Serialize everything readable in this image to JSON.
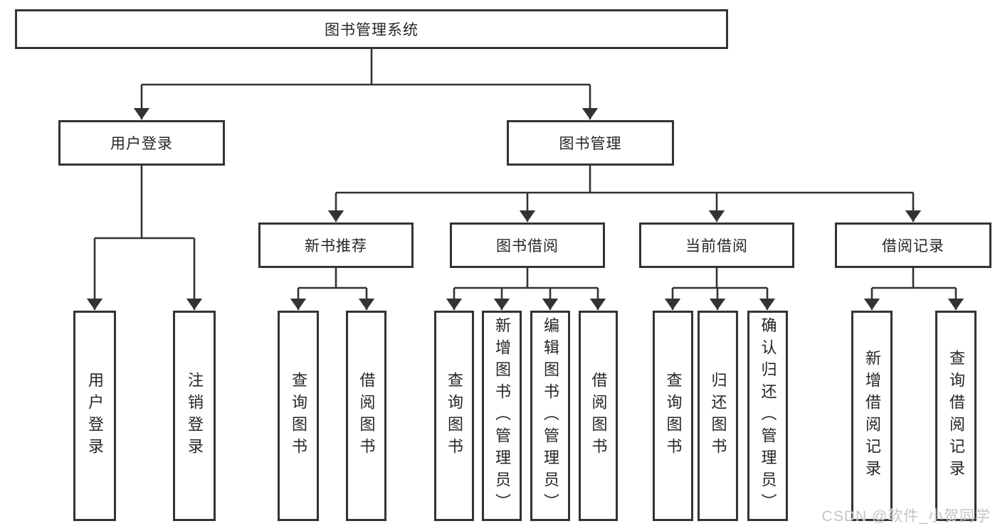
{
  "diagram": {
    "type": "hierarchy-tree",
    "title": "图书管理系统",
    "colors": {
      "line": "#333333",
      "text": "#262626",
      "box_background": "#ffffff",
      "watermark_text": "#c5c5c9"
    },
    "nodes": {
      "root": "图书管理系统",
      "level1": {
        "user_login": "用户登录",
        "book_management": "图书管理"
      },
      "level2": {
        "new_book_recommend": "新书推荐",
        "book_borrow": "图书借阅",
        "current_borrow": "当前借阅",
        "borrow_record": "借阅记录"
      },
      "leaves": {
        "user_login": "用户登录",
        "logout": "注销登录",
        "recommend_query_book": "查询图书",
        "recommend_borrow_book": "借阅图书",
        "borrow_query_book": "查询图书",
        "borrow_add_book": "新增图书（管理员）",
        "borrow_edit_book": "编辑图书（管理员）",
        "borrow_borrow_book": "借阅图书",
        "current_query_book": "查询图书",
        "current_return_book": "归还图书",
        "current_confirm_return": "确认归还（管理员）",
        "record_add": "新增借阅记录",
        "record_query": "查询借阅记录"
      }
    },
    "edges": [
      [
        "图书管理系统",
        "用户登录"
      ],
      [
        "图书管理系统",
        "图书管理"
      ],
      [
        "用户登录",
        "用户登录(叶)"
      ],
      [
        "用户登录",
        "注销登录"
      ],
      [
        "图书管理",
        "新书推荐"
      ],
      [
        "图书管理",
        "图书借阅"
      ],
      [
        "图书管理",
        "当前借阅"
      ],
      [
        "图书管理",
        "借阅记录"
      ],
      [
        "新书推荐",
        "查询图书"
      ],
      [
        "新书推荐",
        "借阅图书"
      ],
      [
        "图书借阅",
        "查询图书"
      ],
      [
        "图书借阅",
        "新增图书（管理员）"
      ],
      [
        "图书借阅",
        "编辑图书（管理员）"
      ],
      [
        "图书借阅",
        "借阅图书"
      ],
      [
        "当前借阅",
        "查询图书"
      ],
      [
        "当前借阅",
        "归还图书"
      ],
      [
        "当前借阅",
        "确认归还（管理员）"
      ],
      [
        "借阅记录",
        "新增借阅记录"
      ],
      [
        "借阅记录",
        "查询借阅记录"
      ]
    ],
    "watermark": "CSDN @软件_小贺同学"
  }
}
